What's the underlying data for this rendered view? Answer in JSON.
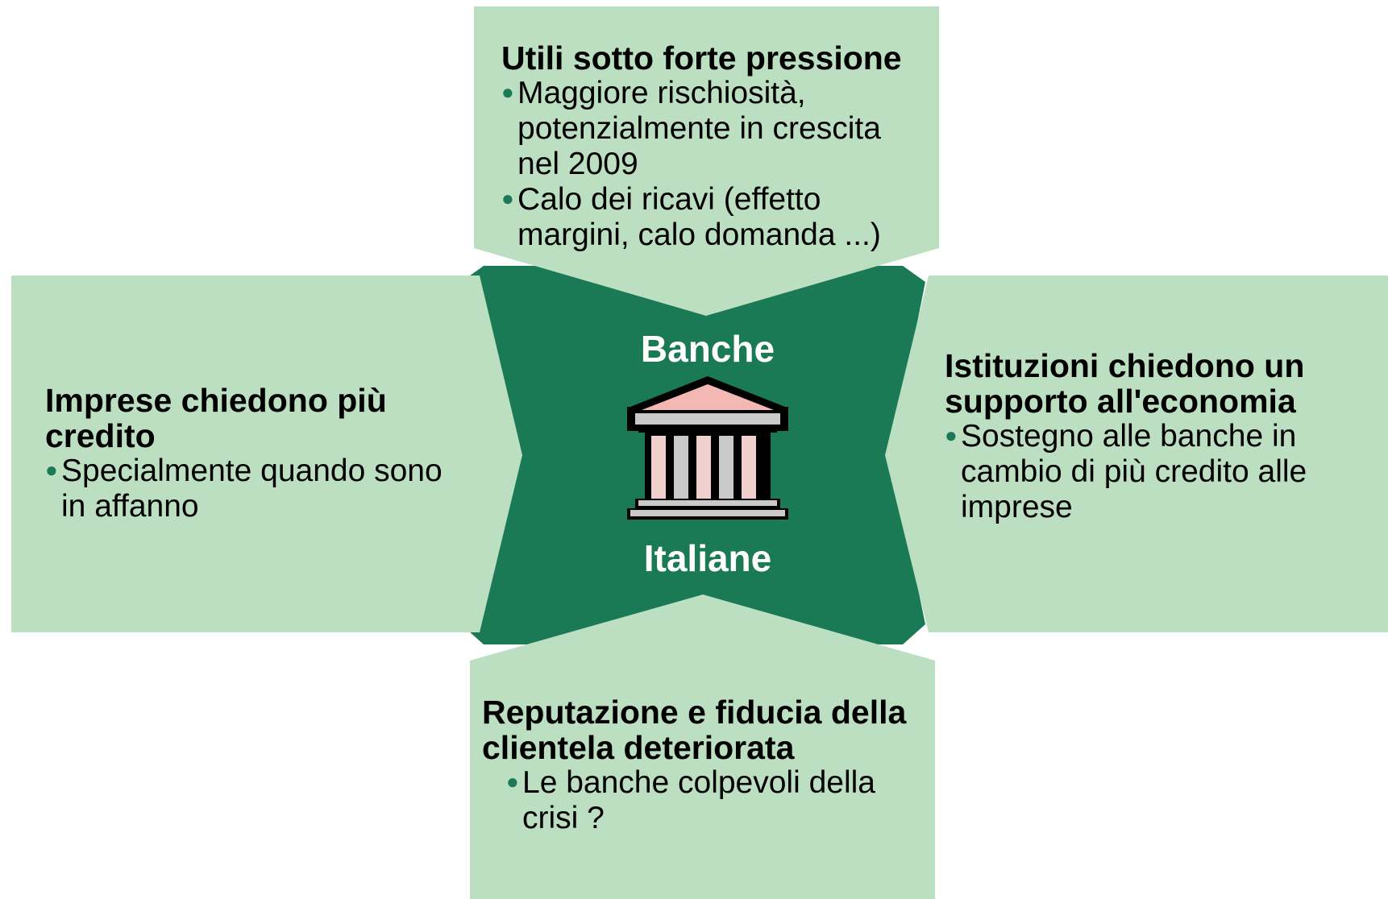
{
  "center": {
    "line1": "Banche",
    "line2": "Italiane",
    "icon": "bank-building-icon"
  },
  "top_box": {
    "heading": "Utili sotto forte pressione",
    "bullets": [
      "Maggiore rischiosità, potenzialmente in crescita nel 2009",
      "Calo dei ricavi (effetto margini, calo domanda ...)"
    ]
  },
  "left_box": {
    "heading": "Imprese chiedono più credito",
    "bullets": [
      "Specialmente quando sono in affanno"
    ]
  },
  "right_box": {
    "heading": "Istituzioni chiedono un supporto all'economia",
    "bullets": [
      "Sostegno alle banche in cambio di più credito alle imprese"
    ]
  },
  "bottom_box": {
    "heading": "Reputazione e fiducia della clientela deteriorata",
    "bullets": [
      "Le banche colpevoli della crisi ?"
    ]
  },
  "colors": {
    "center_fill": "#1a7a56",
    "box_fill": "#bcdfc1",
    "bullet": "#1a7a56",
    "roof": "#f4b8b4",
    "columns": "#c9c9c9"
  }
}
